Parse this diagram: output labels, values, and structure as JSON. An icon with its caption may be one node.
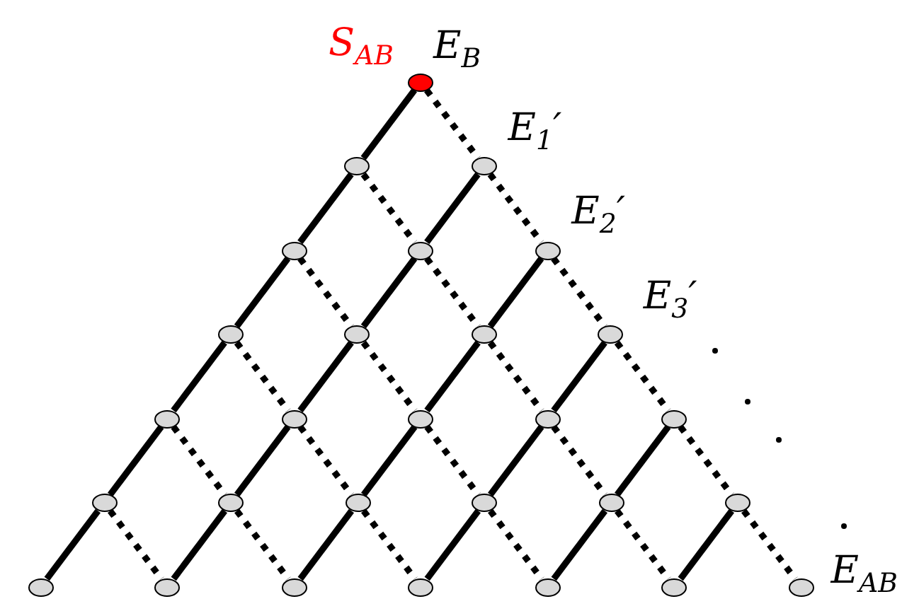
{
  "diagram": {
    "nodes": [
      {
        "text": [],
        "shape": "circle",
        "beside": [
          "S$_{AB}$",
          "E$_{B}$"
        ]
      },
      {
        "text": [],
        "shape": "circle"
      },
      {
        "text": [],
        "shape": "circle",
        "beside": [
          "E$_{1}$′"
        ]
      },
      {
        "text": [],
        "shape": "circle"
      },
      {
        "text": [],
        "shape": "circle"
      },
      {
        "text": [],
        "shape": "circle",
        "beside": [
          "E$_{2}$′"
        ]
      },
      {
        "text": [],
        "shape": "circle"
      },
      {
        "text": [],
        "shape": "circle"
      },
      {
        "text": [],
        "shape": "circle"
      },
      {
        "text": [],
        "shape": "circle",
        "beside": [
          "E$_{3}$′"
        ]
      },
      {
        "text": [],
        "shape": "circle"
      },
      {
        "text": [],
        "shape": "circle"
      },
      {
        "text": [],
        "shape": "circle"
      },
      {
        "text": [],
        "shape": "circle"
      },
      {
        "text": [],
        "shape": "circle"
      },
      {
        "text": [],
        "shape": "circle"
      },
      {
        "text": [],
        "shape": "circle"
      },
      {
        "text": [],
        "shape": "circle"
      },
      {
        "text": [],
        "shape": "circle"
      },
      {
        "text": [],
        "shape": "circle"
      },
      {
        "text": [],
        "shape": "circle"
      },
      {
        "text": [],
        "shape": "circle"
      },
      {
        "text": [],
        "shape": "circle"
      },
      {
        "text": [],
        "shape": "circle"
      },
      {
        "text": [],
        "shape": "circle"
      },
      {
        "text": [],
        "shape": "circle"
      },
      {
        "text": [],
        "shape": "circle"
      },
      {
        "text": [],
        "shape": "circle",
        "beside": [
          "E$_{AB}$"
        ]
      }
    ],
    "edges": [
      {
        "from": 0,
        "to": 1,
        "arrow": "none"
      },
      {
        "from": 0,
        "to": 2,
        "arrow": "none",
        "style": "dashed"
      },
      {
        "from": 1,
        "to": 3,
        "arrow": "none"
      },
      {
        "from": 1,
        "to": 4,
        "arrow": "none",
        "style": "dashed"
      },
      {
        "from": 2,
        "to": 4,
        "arrow": "none"
      },
      {
        "from": 2,
        "to": 5,
        "arrow": "none",
        "style": "dashed"
      },
      {
        "from": 3,
        "to": 6,
        "arrow": "none"
      },
      {
        "from": 3,
        "to": 7,
        "arrow": "none",
        "style": "dashed"
      },
      {
        "from": 4,
        "to": 7,
        "arrow": "none"
      },
      {
        "from": 4,
        "to": 8,
        "arrow": "none",
        "style": "dashed"
      },
      {
        "from": 5,
        "to": 8,
        "arrow": "none"
      },
      {
        "from": 5,
        "to": 9,
        "arrow": "none",
        "style": "dashed"
      },
      {
        "from": 6,
        "to": 10,
        "arrow": "none"
      },
      {
        "from": 6,
        "to": 11,
        "arrow": "none",
        "style": "dashed"
      },
      {
        "from": 7,
        "to": 11,
        "arrow": "none"
      },
      {
        "from": 7,
        "to": 12,
        "arrow": "none",
        "style": "dashed"
      },
      {
        "from": 8,
        "to": 12,
        "arrow": "none"
      },
      {
        "from": 8,
        "to": 13,
        "arrow": "none",
        "style": "dashed"
      },
      {
        "from": 9,
        "to": 13,
        "arrow": "none"
      },
      {
        "from": 9,
        "to": 14,
        "arrow": "none",
        "style": "dashed"
      },
      {
        "from": 10,
        "to": 15,
        "arrow": "none"
      },
      {
        "from": 10,
        "to": 16,
        "arrow": "none",
        "style": "dashed"
      },
      {
        "from": 11,
        "to": 16,
        "arrow": "none"
      },
      {
        "from": 11,
        "to": 17,
        "arrow": "none",
        "style": "dashed"
      },
      {
        "from": 12,
        "to": 17,
        "arrow": "none"
      },
      {
        "from": 12,
        "to": 18,
        "arrow": "none",
        "style": "dashed"
      },
      {
        "from": 13,
        "to": 18,
        "arrow": "none"
      },
      {
        "from": 13,
        "to": 19,
        "arrow": "none",
        "style": "dashed"
      },
      {
        "from": 14,
        "to": 19,
        "arrow": "none"
      },
      {
        "from": 14,
        "to": 20,
        "arrow": "none",
        "style": "dashed"
      },
      {
        "from": 15,
        "to": 21,
        "arrow": "none"
      },
      {
        "from": 15,
        "to": 22,
        "arrow": "none",
        "style": "dashed"
      },
      {
        "from": 16,
        "to": 22,
        "arrow": "none"
      },
      {
        "from": 16,
        "to": 23,
        "arrow": "none",
        "style": "dashed"
      },
      {
        "from": 17,
        "to": 23,
        "arrow": "none"
      },
      {
        "from": 17,
        "to": 24,
        "arrow": "none",
        "style": "dashed"
      },
      {
        "from": 18,
        "to": 24,
        "arrow": "none"
      },
      {
        "from": 18,
        "to": 25,
        "arrow": "none",
        "style": "dashed"
      },
      {
        "from": 19,
        "to": 25,
        "arrow": "none"
      },
      {
        "from": 19,
        "to": 26,
        "arrow": "none",
        "style": "dashed"
      },
      {
        "from": 20,
        "to": 26,
        "arrow": "none"
      },
      {
        "from": 20,
        "to": 27,
        "arrow": "none",
        "style": "dashed"
      }
    ]
  }
}
